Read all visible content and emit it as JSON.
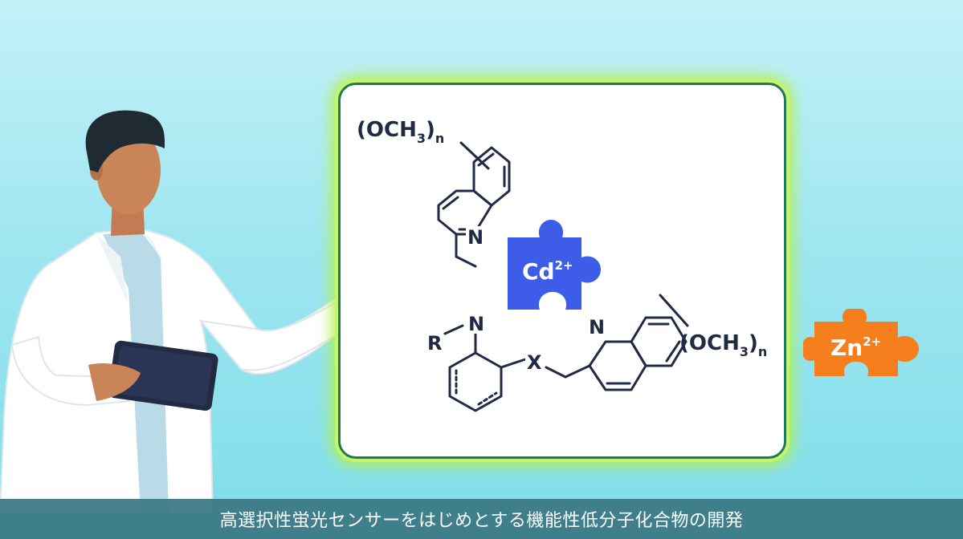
{
  "colors": {
    "background_top": "#c4f1f8",
    "background_bottom": "#7fdde9",
    "board_border": "#1f7a57",
    "board_glow": "#b4f24a",
    "cd_puzzle": "#3d5de9",
    "zn_puzzle": "#f47f1c",
    "molecule_stroke": "#1f2a44",
    "caption_bar": "#387682"
  },
  "molecule": {
    "substituent_top": "(OCH",
    "subscript_3": "3",
    "close_paren": ")",
    "subscript_n": "n",
    "substituent_right": "(OCH",
    "nitrogen_top_quinoline": "N",
    "nitrogen_center": "N",
    "nitrogen_right_quinoline": "N",
    "r_group": "R",
    "x_linker": "X"
  },
  "cd_ion": {
    "symbol": "Cd",
    "charge": "2+"
  },
  "zn_ion": {
    "symbol": "Zn",
    "charge": "2+"
  },
  "caption": "高選択性蛍光センサーをはじめとする機能性低分子化合物の開発"
}
